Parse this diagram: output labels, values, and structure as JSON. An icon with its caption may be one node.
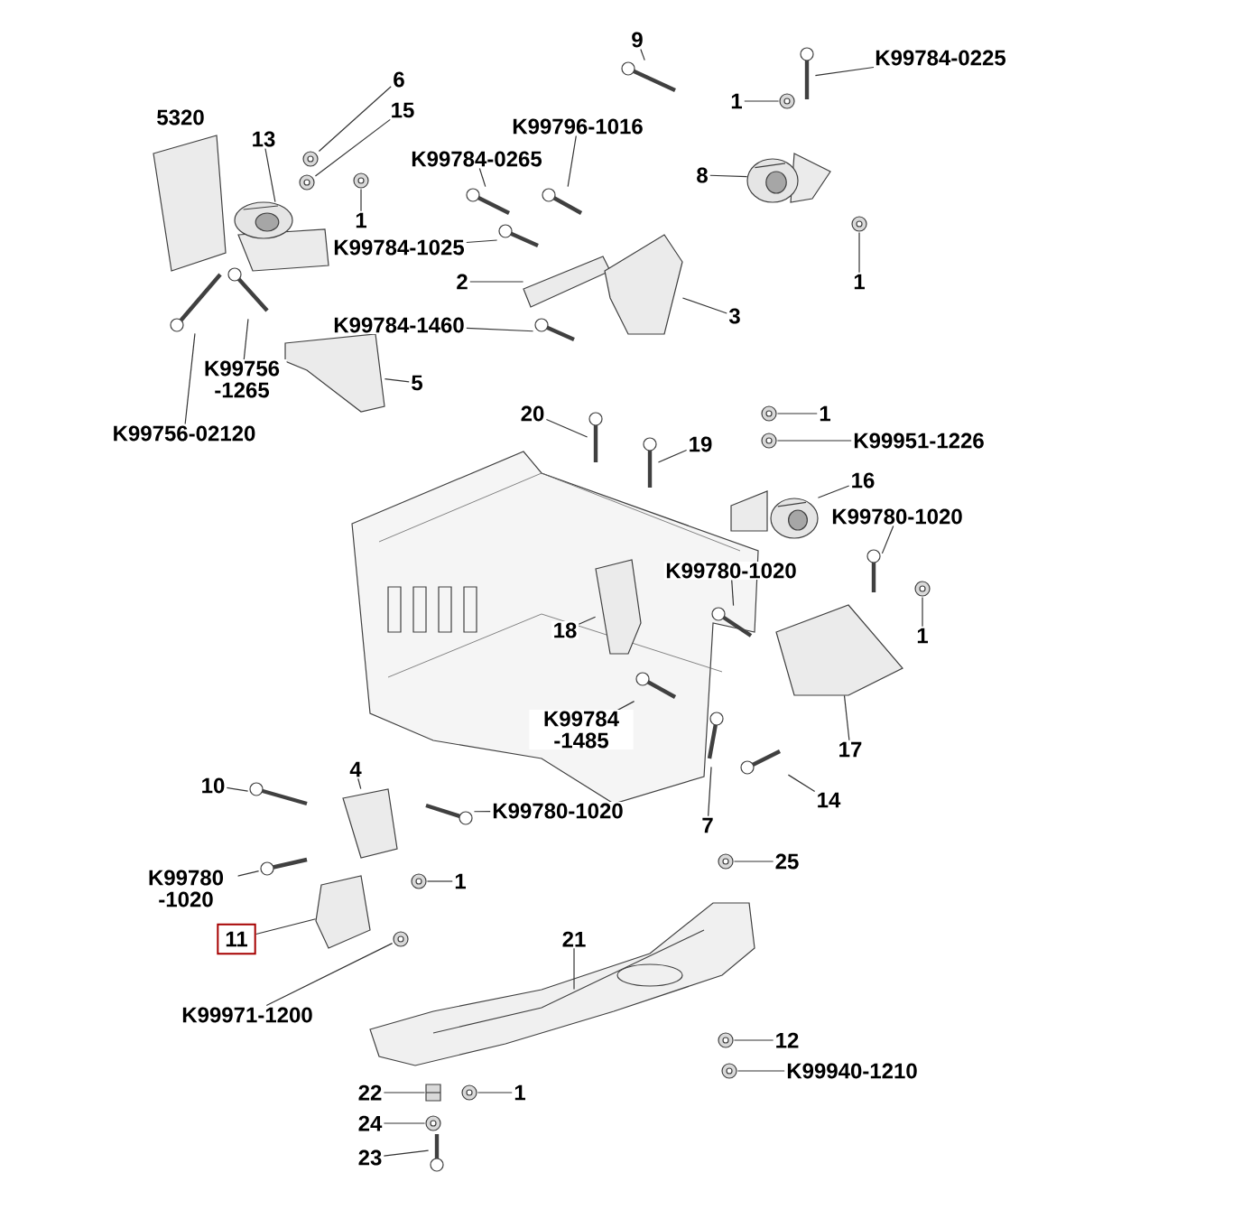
{
  "diagram": {
    "nodes": [
      {
        "text": [
          "6"
        ]
      },
      {
        "text": [
          "15"
        ]
      },
      {
        "text": [
          "13"
        ]
      },
      {
        "text": [
          "1"
        ]
      },
      {
        "text": [
          "K99784-1025"
        ]
      },
      {
        "text": [
          "2"
        ]
      },
      {
        "text": [
          "K99784-1460"
        ]
      },
      {
        "text": [
          "K99756 -1265"
        ]
      },
      {
        "text": [
          "K99756-02120"
        ]
      },
      {
        "text": [
          "5"
        ]
      },
      {
        "text": [
          "K99784-0265"
        ]
      },
      {
        "text": [
          "K99796-1016"
        ]
      },
      {
        "text": [
          "9"
        ]
      },
      {
        "text": [
          "1"
        ]
      },
      {
        "text": [
          "K99784-0225"
        ]
      },
      {
        "text": [
          "8"
        ]
      },
      {
        "text": [
          "1"
        ]
      },
      {
        "text": [
          "3"
        ]
      },
      {
        "text": [
          "20"
        ]
      },
      {
        "text": [
          "19"
        ]
      },
      {
        "text": [
          "1"
        ]
      },
      {
        "text": [
          "K99951-1226"
        ]
      },
      {
        "text": [
          "16"
        ]
      },
      {
        "text": [
          "K99780-1020"
        ]
      },
      {
        "text": [
          "K99780-1020"
        ]
      },
      {
        "text": [
          "18"
        ]
      },
      {
        "text": [
          "1"
        ]
      },
      {
        "text": [
          "K99784 -1485"
        ]
      },
      {
        "text": [
          "17"
        ]
      },
      {
        "text": [
          "14"
        ]
      },
      {
        "text": [
          "7"
        ]
      },
      {
        "text": [
          "10"
        ]
      },
      {
        "text": [
          "4"
        ]
      },
      {
        "text": [
          "K99780-1020"
        ]
      },
      {
        "text": [
          "K99780 -1020"
        ]
      },
      {
        "text": [
          "1"
        ]
      },
      {
        "text": [
          "11"
        ]
      },
      {
        "text": [
          "K99971-1200"
        ]
      },
      {
        "text": [
          "21"
        ]
      },
      {
        "text": [
          "25"
        ]
      },
      {
        "text": [
          "12"
        ]
      },
      {
        "text": [
          "K99940-1210"
        ]
      },
      {
        "text": [
          "22"
        ]
      },
      {
        "text": [
          "1"
        ]
      },
      {
        "text": [
          "24"
        ]
      },
      {
        "text": [
          "23"
        ]
      },
      {
        "text": [],
        "shape": "circle"
      },
      {
        "text": [],
        "shape": "circle"
      },
      {
        "text": [],
        "shape": "picture"
      },
      {
        "text": [],
        "shape": "circle"
      },
      {
        "text": [],
        "shape": "picture"
      },
      {
        "text": [],
        "shape": "picture"
      },
      {
        "text": [],
        "shape": "picture"
      },
      {
        "text": [],
        "shape": "picture"
      },
      {
        "text": [],
        "shape": "picture"
      },
      {
        "text": [],
        "shape": "picture"
      },
      {
        "text": [],
        "shape": "picture"
      },
      {
        "text": [],
        "shape": "picture"
      },
      {
        "text": [],
        "shape": "picture"
      },
      {
        "text": [],
        "shape": "circle"
      },
      {
        "text": [],
        "shape": "picture"
      },
      {
        "text": [],
        "shape": "picture"
      },
      {
        "text": [],
        "shape": "circle"
      },
      {
        "text": [],
        "shape": "picture"
      },
      {
        "text": [],
        "shape": "picture"
      },
      {
        "text": [],
        "shape": "picture"
      },
      {
        "text": [],
        "shape": "circle"
      },
      {
        "text": [],
        "shape": "circle"
      },
      {
        "text": [],
        "shape": "picture"
      },
      {
        "text": [],
        "shape": "picture"
      },
      {
        "text": [],
        "shape": "picture"
      },
      {
        "text": [],
        "shape": "picture"
      },
      {
        "text": [],
        "shape": "circle"
      },
      {
        "text": [],
        "shape": "picture"
      },
      {
        "text": [],
        "shape": "picture"
      },
      {
        "text": [],
        "shape": "picture"
      },
      {
        "text": [],
        "shape": "picture"
      },
      {
        "text": [],
        "shape": "picture"
      },
      {
        "text": [],
        "shape": "picture"
      },
      {
        "text": [],
        "shape": "picture"
      },
      {
        "text": [],
        "shape": "picture"
      },
      {
        "text": [],
        "shape": "circle"
      },
      {
        "text": [],
        "shape": "picture"
      },
      {
        "text": [],
        "shape": "circle"
      },
      {
        "text": [],
        "shape": "picture"
      },
      {
        "text": [],
        "shape": "circle"
      },
      {
        "text": [],
        "shape": "circle"
      },
      {
        "text": [],
        "shape": "circle"
      },
      {
        "text": [],
        "shape": "box"
      },
      {
        "text": [],
        "shape": "circle"
      },
      {
        "text": [],
        "shape": "circle"
      },
      {
        "text": [],
        "shape": "picture"
      }
    ],
    "edges": [
      {
        "from": 0,
        "to": 46,
        "arrow": "none"
      },
      {
        "from": 1,
        "to": 47,
        "arrow": "none"
      },
      {
        "from": 2,
        "to": 48,
        "arrow": "none"
      },
      {
        "from": 3,
        "to": 49,
        "arrow": "none"
      },
      {
        "from": 4,
        "to": 50,
        "arrow": "none"
      },
      {
        "from": 5,
        "to": 51,
        "arrow": "none"
      },
      {
        "from": 6,
        "to": 52,
        "arrow": "none"
      },
      {
        "from": 7,
        "to": 53,
        "arrow": "none"
      },
      {
        "from": 8,
        "to": 54,
        "arrow": "none"
      },
      {
        "from": 9,
        "to": 55,
        "arrow": "none"
      },
      {
        "from": 10,
        "to": 56,
        "arrow": "none"
      },
      {
        "from": 11,
        "to": 57,
        "arrow": "none"
      },
      {
        "from": 12,
        "to": 58,
        "arrow": "none"
      },
      {
        "from": 13,
        "to": 59,
        "arrow": "none"
      },
      {
        "from": 14,
        "to": 60,
        "arrow": "none"
      },
      {
        "from": 15,
        "to": 61,
        "arrow": "none"
      },
      {
        "from": 16,
        "to": 62,
        "arrow": "none"
      },
      {
        "from": 17,
        "to": 63,
        "arrow": "none"
      },
      {
        "from": 18,
        "to": 64,
        "arrow": "none"
      },
      {
        "from": 19,
        "to": 65,
        "arrow": "none"
      },
      {
        "from": 20,
        "to": 66,
        "arrow": "none"
      },
      {
        "from": 21,
        "to": 67,
        "arrow": "none"
      },
      {
        "from": 22,
        "to": 68,
        "arrow": "none"
      },
      {
        "from": 23,
        "to": 69,
        "arrow": "none"
      },
      {
        "from": 24,
        "to": 70,
        "arrow": "none"
      },
      {
        "from": 25,
        "to": 71,
        "arrow": "none"
      },
      {
        "from": 26,
        "to": 72,
        "arrow": "none"
      },
      {
        "from": 27,
        "to": 73,
        "arrow": "none"
      },
      {
        "from": 28,
        "to": 74,
        "arrow": "none"
      },
      {
        "from": 29,
        "to": 75,
        "arrow": "none"
      },
      {
        "from": 30,
        "to": 76,
        "arrow": "none"
      },
      {
        "from": 31,
        "to": 77,
        "arrow": "none"
      },
      {
        "from": 32,
        "to": 78,
        "arrow": "none"
      },
      {
        "from": 33,
        "to": 79,
        "arrow": "none"
      },
      {
        "from": 34,
        "to": 80,
        "arrow": "none"
      },
      {
        "from": 35,
        "to": 81,
        "arrow": "none"
      },
      {
        "from": 36,
        "to": 82,
        "arrow": "none"
      },
      {
        "from": 37,
        "to": 83,
        "arrow": "none"
      },
      {
        "from": 38,
        "to": 84,
        "arrow": "none"
      },
      {
        "from": 39,
        "to": 85,
        "arrow": "none"
      },
      {
        "from": 40,
        "to": 86,
        "arrow": "none"
      },
      {
        "from": 41,
        "to": 87,
        "arrow": "none"
      },
      {
        "from": 42,
        "to": 88,
        "arrow": "none"
      },
      {
        "from": 43,
        "to": 89,
        "arrow": "none"
      },
      {
        "from": 44,
        "to": 90,
        "arrow": "none"
      },
      {
        "from": 45,
        "to": 91,
        "arrow": "none"
      }
    ],
    "labels": [
      "5320"
    ]
  }
}
